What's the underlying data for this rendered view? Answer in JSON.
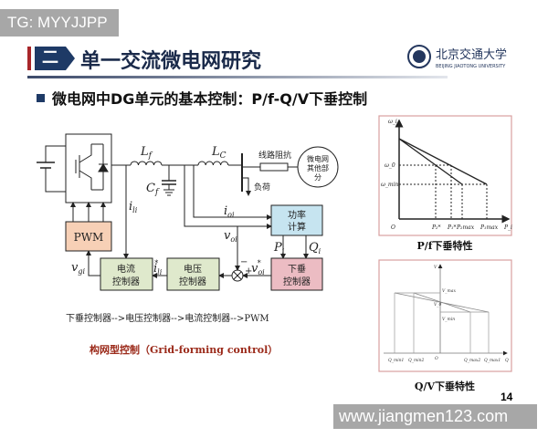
{
  "watermarks": {
    "top": "TG: MYYJJPP",
    "bottom": "www.jiangmen123.com"
  },
  "header": {
    "section_number": "二",
    "title": "单一交流微电网研究",
    "logo": {
      "chinese": "北京交通大学",
      "english": "BEIJING JIAOTONG UNIVERSITY"
    }
  },
  "subtitle": "微电网中DG单元的基本控制：P/f-Q/V下垂控制",
  "diagram": {
    "Lf": {
      "main": "L",
      "sub": "f"
    },
    "Cf": {
      "main": "C",
      "sub": "f"
    },
    "Lc": {
      "main": "L",
      "sub": "C"
    },
    "line_impedance": "线路阻抗",
    "rest_of_grid": [
      "微电网",
      "其他部",
      "分"
    ],
    "load": "负荷",
    "ili": {
      "main": "i",
      "sub": "li"
    },
    "ioi": {
      "main": "i",
      "sub": "oi"
    },
    "voi": {
      "main": "v",
      "sub": "oi"
    },
    "vgi": {
      "main": "v",
      "sub": "gi"
    },
    "ili_ref": {
      "main": "i",
      "sub": "li",
      "sup": "*"
    },
    "voi_ref": {
      "main": "v",
      "sub": "oi",
      "sup": "*"
    },
    "Pi": {
      "main": "P",
      "sub": "i"
    },
    "Qi": {
      "main": "Q",
      "sub": "i"
    },
    "minus": "−",
    "plus": "+",
    "pwm": "PWM",
    "power_calc": [
      "功率",
      "计算"
    ],
    "droop_ctrl": [
      "下垂",
      "控制器"
    ],
    "voltage_ctrl": [
      "电压",
      "控制器"
    ],
    "current_ctrl": [
      "电流",
      "控制器"
    ],
    "colors": {
      "pwm": "#f7d0b6",
      "power_calc": "#c6e4f0",
      "droop": "#ecbcc3",
      "controller": "#dfe9cc"
    }
  },
  "sequence": "下垂控制器-->电压控制器-->电流控制器-->PWM",
  "caption": "构网型控制（Grid-forming control）",
  "pf_chart": {
    "y_label": "ω_i",
    "w0": "ω_0",
    "wmin": "ω_min",
    "x_labels": [
      "O",
      "P₂*",
      "P₁*",
      "P₂max",
      "P₁max",
      "P_i"
    ],
    "caption": "P/f下垂特性"
  },
  "qv_chart": {
    "y_label": "V",
    "vmax": "V_max",
    "v0": "V_0",
    "vmin": "V_min",
    "x_labels": [
      "Q_min1",
      "Q_min2",
      "O",
      "Q_max2",
      "Q_max1",
      "Q"
    ],
    "caption": "Q/V下垂特性"
  },
  "page_number": "14"
}
